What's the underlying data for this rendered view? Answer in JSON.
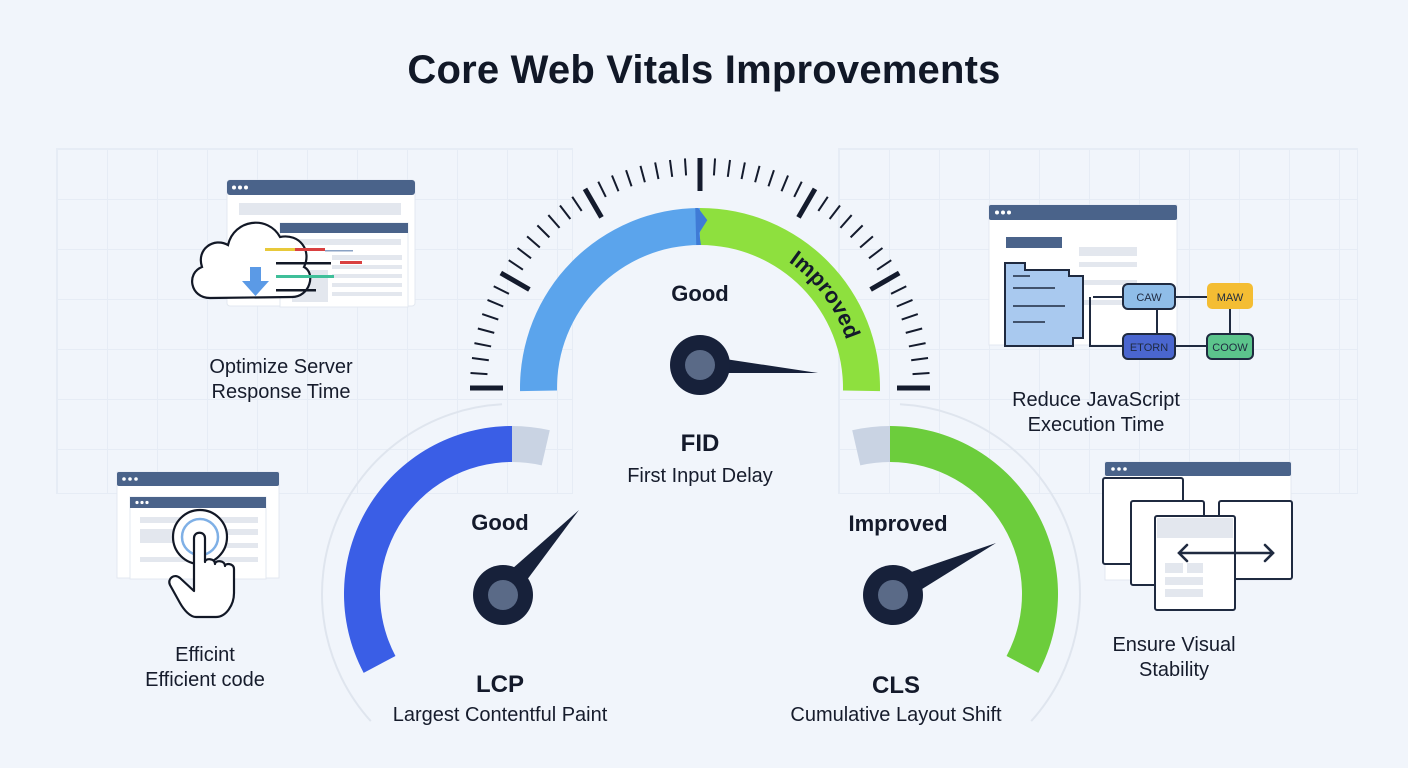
{
  "title": "Core Web Vitals Improvements",
  "colors": {
    "background": "#f1f5fb",
    "text": "#141a2b",
    "fid_good_blue": "#5ba4ec",
    "fid_improved_green": "#8ee03e",
    "lcp_blue": "#3a5ee6",
    "cls_green": "#6ccd3c",
    "track_grey": "#c9d3e3",
    "needle": "#17213a",
    "hub_inner": "#5a6a87"
  },
  "gauges": {
    "fid": {
      "abbr": "FID",
      "name": "First Input Delay",
      "status": "Good",
      "arc_label": "Improved"
    },
    "lcp": {
      "abbr": "LCP",
      "name": "Largest Contentful Paint",
      "status": "Good"
    },
    "cls": {
      "abbr": "CLS",
      "name": "Cumulative Layout Shift",
      "status": "Improved"
    }
  },
  "tips": {
    "server": {
      "line1": "Optimize Server",
      "line2": "Response Time"
    },
    "javascript": {
      "line1": "Reduce JavaScript",
      "line2": "Execution Time",
      "nodes": [
        "CAW",
        "MAW",
        "ETORN",
        "COOW"
      ]
    },
    "code": {
      "line1": "Efficint",
      "line2": "Efficient code"
    },
    "stability": {
      "line1": "Ensure Visual",
      "line2": "Stability"
    }
  }
}
